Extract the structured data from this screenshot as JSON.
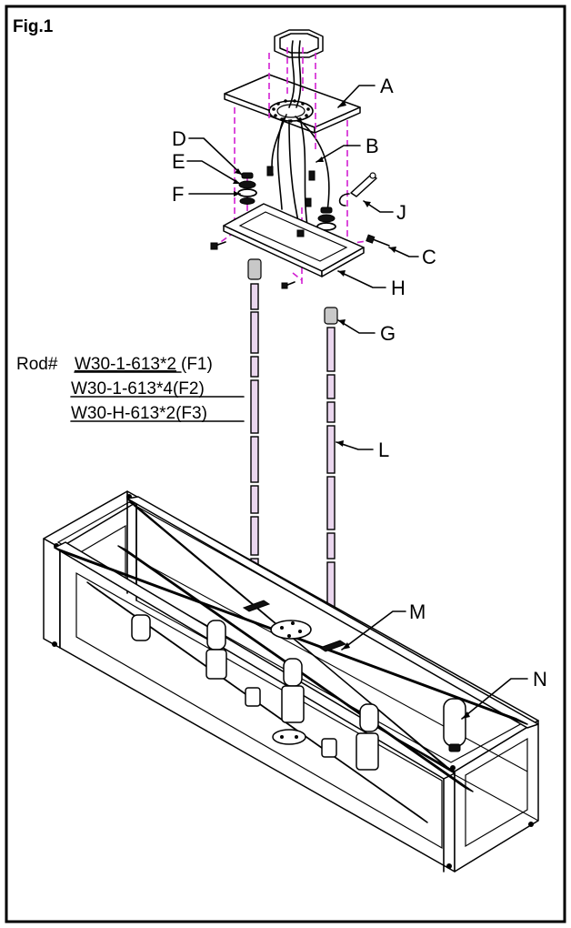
{
  "figure": {
    "title": "Fig.1"
  },
  "callouts": {
    "A": "A",
    "B": "B",
    "C": "C",
    "D": "D",
    "E": "E",
    "F": "F",
    "G": "G",
    "H": "H",
    "J": "J",
    "L": "L",
    "M": "M",
    "N": "N"
  },
  "rod_label": {
    "prefix": "Rod#",
    "line1_code": "W30-1-613*2",
    "line1_suffix": "(F1)",
    "line2": "W30-1-613*4(F2)",
    "line3": "W30-H-613*2(F3)"
  },
  "colors": {
    "guide_dash": "#d21fd2",
    "rod_fill": "#ead6ee",
    "border": "#000000"
  }
}
